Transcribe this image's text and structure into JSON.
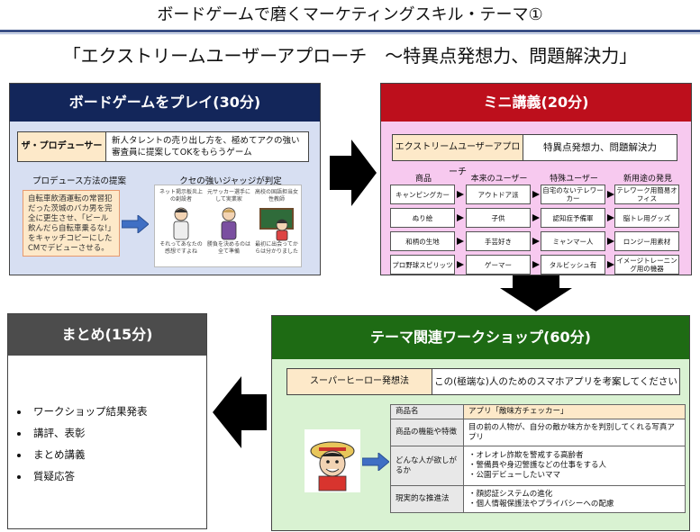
{
  "header": {
    "title": "ボードゲームで磨くマーケティングスキル・テーマ①",
    "subtitle": "「エクストリームユーザーアプローチ　～特異点発想力、問題解決力」"
  },
  "colors": {
    "panel1_head": "#13265a",
    "panel2_head": "#bd0f1c",
    "panel3_head": "#4c4c4c",
    "panel4_head": "#1e6b14",
    "arrow": "#000000",
    "tag_fill": "#fde9c9"
  },
  "panel_play": {
    "title": "ボードゲームをプレイ(30分)",
    "tag": "ザ・プロデューサー",
    "desc": "新人タレントの売り出し方を、極めてアクの強い審査員に提案してOKをもらうゲーム",
    "label_left": "プロデュース方法の提案",
    "label_right": "クセの強いジャッジが判定",
    "story": "自転車飲酒運転の常習犯だった茨城のバカ男を完全に更生させ、「ビール飲んだら自転車乗るな!」をキャッチコピーにしたCMでデビューさせる。",
    "judges": [
      {
        "top": "ネット掲示板炎上の創設者",
        "bottom": "それってあなたの感想ですよね"
      },
      {
        "top": "元サッカー選手にして実業家",
        "bottom": "勝負を決めるのは全て準備"
      },
      {
        "top": "高校の国語担当女性教師",
        "bottom": "最初に出会ってからは分かりました"
      }
    ]
  },
  "panel_lecture": {
    "title": "ミニ講義(20分)",
    "tag": "エクストリームユーザーアプローチ",
    "desc": "特異点発想力、問題解決力",
    "columns": [
      "商品",
      "本来のユーザー",
      "特殊ユーザー",
      "新用途の発見"
    ],
    "rows": [
      [
        "キャンピングカー",
        "アウトドア派",
        "自宅のないテレワーカー",
        "テレワーク用簡易オフィス"
      ],
      [
        "ぬり絵",
        "子供",
        "認知症予備軍",
        "脳トレ用グッズ"
      ],
      [
        "和柄の生地",
        "手芸好き",
        "ミャンマー人",
        "ロンジー用素材"
      ],
      [
        "プロ野球スピリッツ",
        "ゲーマー",
        "タルビッシュ有",
        "イメージトレーニング用の機器"
      ]
    ]
  },
  "panel_summary": {
    "title": "まとめ(15分)",
    "items": [
      "ワークショップ結果発表",
      "講評、表彰",
      "まとめ講義",
      "質疑応答"
    ]
  },
  "panel_workshop": {
    "title": "テーマ関連ワークショップ(60分)",
    "tag": "スーパーヒーロー発想法",
    "desc": "この(極端な)人のためのスマホアプリを考案してください",
    "table": [
      {
        "key": "商品名",
        "value": "アプリ「敵味方チェッカー」"
      },
      {
        "key": "商品の機能や特徴",
        "value": "目の前の人物が、自分の敵か味方かを判別してくれる写真アプリ"
      },
      {
        "key": "どんな人が欲しがるか",
        "value": "・オレオレ詐欺を警戒する高齢者\n・警備員や身辺警護などの仕事をする人\n・公園デビューしたいママ"
      },
      {
        "key": "現実的な推進法",
        "value": "・顔認証システムの進化\n・個人情報保護法やプライバシーへの配慮"
      }
    ]
  }
}
